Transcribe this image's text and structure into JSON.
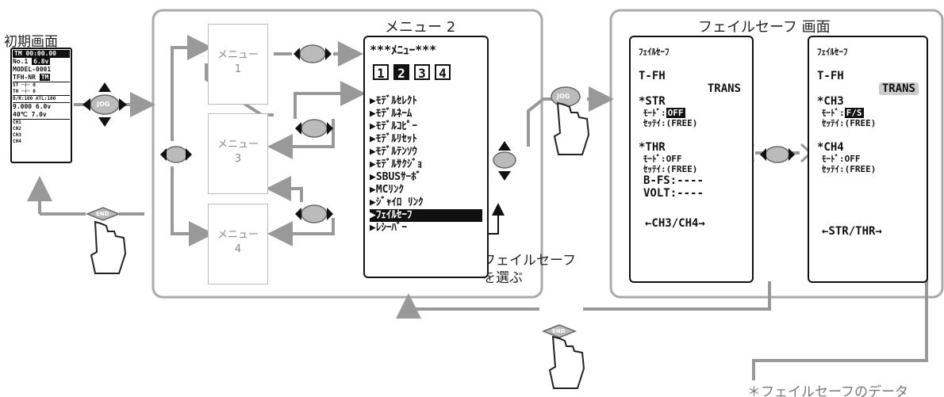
{
  "labels": {
    "initial_screen": "初期画面",
    "menu2_title": "メニュー 2",
    "failsafe_screen_title": "フェイルセーフ 画面",
    "select_failsafe": "フェイルセーフ\nを選ぶ",
    "footnote": "＊フェイルセーフのデータ"
  },
  "buttons": {
    "jog": "JOG",
    "end": "END"
  },
  "initial_lcd": {
    "timer": "TM 00:00.00",
    "model_no": "No.1",
    "voltage_badge": "6.8v",
    "model_name": "MODEL-0001",
    "mode": "TFH-NR",
    "mode_badge": "TM",
    "st": "ST",
    "st_val": "0",
    "th": "TH",
    "th_val": "0",
    "dr_atl": "D/R:100 ATL:100",
    "val1": "9.000",
    "val2": "6.0v",
    "val3": "40℃",
    "val4": "7.0v",
    "channels": [
      "CH1",
      "CH2",
      "CH3",
      "CH4"
    ]
  },
  "menu_pages": [
    "メニュー\n1",
    "メニュー\n3",
    "メニュー\n4"
  ],
  "menu2": {
    "header": "***ﾒﾆｭｰ***",
    "tabs": [
      "1",
      "2",
      "3",
      "4"
    ],
    "items": [
      "▶ﾓﾃﾞﾙｾﾚｸﾄ",
      "▶ﾓﾃﾞﾙﾈｰﾑ",
      "▶ﾓﾃﾞﾙｺﾋﾟｰ",
      "▶ﾓﾃﾞﾙﾘｾｯﾄ",
      "▶ﾓﾃﾞﾙﾃﾝｿｳ",
      "▶ﾓﾃﾞﾙｻｸｼﾞｮ",
      "▶SBUSｻｰﾎﾞ",
      "▶MCﾘﾝｸ",
      "▶ｼﾞｬｲﾛ ﾘﾝｸ",
      "▶ﾌｪｲﾙｾｰﾌ",
      "▶ﾚｼｰﾊﾞｰ"
    ],
    "selected_index": 9
  },
  "fs_left": {
    "title": "ﾌｪｲﾙｾｰﾌ",
    "system": "T-FH",
    "trans": "TRANS",
    "ch_a": "*STR",
    "mode_label_a": "ﾓｰﾄﾞ:",
    "mode_val_a": "OFF",
    "set_label_a": "ｾｯﾃｲ:",
    "set_val_a": "(FREE)",
    "ch_b": "*THR",
    "mode_label_b": "ﾓｰﾄﾞ:",
    "mode_val_b": "OFF",
    "set_label_b": "ｾｯﾃｲ:",
    "set_val_b": "(FREE)",
    "bfs_label": "B-FS:",
    "bfs_val": "----",
    "volt_label": "VOLT:",
    "volt_val": "----",
    "nav": "←CH3/CH4→"
  },
  "fs_right": {
    "title": "ﾌｪｲﾙｾｰﾌ",
    "system": "T-FH",
    "trans": "TRANS",
    "ch_a": "*CH3",
    "mode_label_a": "ﾓｰﾄﾞ:",
    "mode_val_a": "F/S",
    "set_label_a": "ｾｯﾃｲ:",
    "set_val_a": "(FREE)",
    "ch_b": "*CH4",
    "mode_label_b": "ﾓｰﾄﾞ:",
    "mode_val_b": "OFF",
    "set_label_b": "ｾｯﾃｲ:",
    "set_val_b": "(FREE)",
    "nav": "←STR/THR→"
  }
}
